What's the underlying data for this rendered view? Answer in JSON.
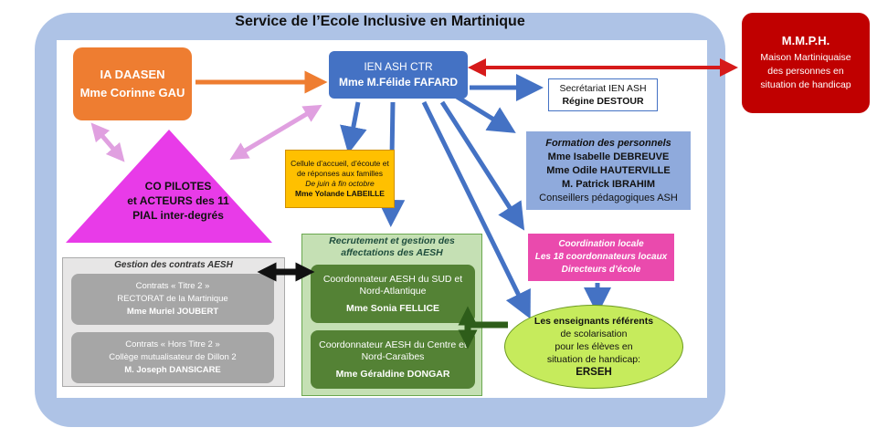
{
  "title": "Service de l’Ecole Inclusive en Martinique",
  "ia": {
    "line1": "IA DAASEN",
    "line2": "Mme Corinne GAU"
  },
  "ien": {
    "line1": "IEN ASH CTR",
    "line2": "Mme M.Félide FAFARD"
  },
  "secretariat": {
    "line1": "Secrétariat IEN ASH",
    "line2": "Régine DESTOUR"
  },
  "formation": {
    "title": "Formation des personnels",
    "names": [
      "Mme Isabelle DEBREUVE",
      "Mme Odile HAUTERVILLE",
      "M. Patrick IBRAHIM"
    ],
    "footer": "Conseillers pédagogiques ASH"
  },
  "cellule": {
    "line1": "Cellule d’accueil, d’écoute et",
    "line2": "de réponses aux familles",
    "period": "De juin à fin octobre",
    "name": "Mme Yolande LABEILLE"
  },
  "mmph": {
    "title": "M.M.P.H.",
    "line1": "Maison Martiniquaise",
    "line2": "des personnes en",
    "line3": "situation de handicap"
  },
  "pilotes": {
    "line1": "CO PILOTES",
    "line2": "et ACTEURS des 11",
    "line3": "PIAL inter-degrés"
  },
  "coordination": {
    "line1": "Coordination locale",
    "line2": "Les 18 coordonnateurs locaux",
    "line3": "Directeurs d’école"
  },
  "enseignants": {
    "line1": "Les enseignants référents",
    "line2": "de scolarisation",
    "line3": "pour les élèves en",
    "line4": "situation de handicap:",
    "line5": "ERSEH"
  },
  "recrutement": {
    "title1": "Recrutement et gestion des",
    "title2": "affectations des AESH",
    "box1": {
      "line1": "Coordonnateur AESH du SUD et",
      "line2": "Nord-Atlantique",
      "name": "Mme Sonia FELLICE"
    },
    "box2": {
      "line1": "Coordonnateur AESH du Centre et",
      "line2": "Nord-Caraïbes",
      "name": "Mme Géraldine DONGAR"
    }
  },
  "gestion": {
    "title": "Gestion des contrats AESH",
    "box1": {
      "line1": "Contrats « Titre 2 »",
      "line2": "RECTORAT de la Martinique",
      "name": "Mme Muriel JOUBERT"
    },
    "box2": {
      "line1": "Contrats « Hors Titre 2 »",
      "line2": "Collège mutualisateur de Dillon 2",
      "name": "M. Joseph DANSICARE"
    }
  },
  "colors": {
    "outer": "#aec3e6",
    "ia": "#ee7d31",
    "ien": "#4472c4",
    "formation": "#8faadc",
    "cellule": "#ffc000",
    "mmph": "#c00000",
    "pilotes": "#e83be8",
    "coordination": "#ea4aad",
    "enseignants": "#c6eb5c",
    "recrutement": "#c5e0b4",
    "aesh": "#548235",
    "gestion": "#e7e6e6",
    "contrats": "#a6a6a6"
  }
}
